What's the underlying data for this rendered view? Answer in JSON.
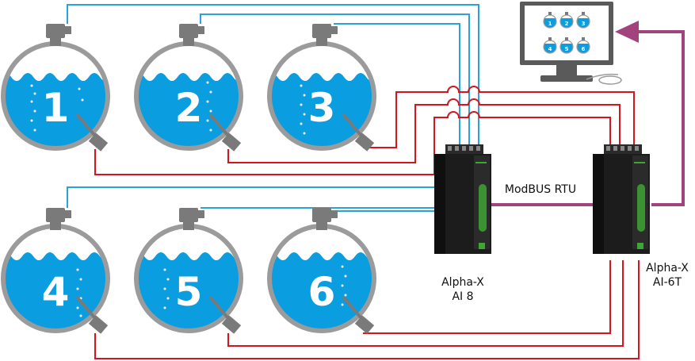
{
  "tanks": [
    {
      "label": "1"
    },
    {
      "label": "2"
    },
    {
      "label": "3"
    },
    {
      "label": "4"
    },
    {
      "label": "5"
    },
    {
      "label": "6"
    }
  ],
  "monitor": {
    "thumbnails": [
      "1",
      "2",
      "3",
      "4",
      "5",
      "6"
    ]
  },
  "modules": {
    "ai8": {
      "line1": "Alpha-X",
      "line2": "AI 8"
    },
    "ai6t": {
      "line1": "Alpha-X",
      "line2": "AI-6T"
    }
  },
  "bus": {
    "label": "ModBUS RTU"
  },
  "colors": {
    "water": "#0a9de0",
    "tank_shell": "#9b9b9b",
    "sensor": "#7a7a7a",
    "level_wire": "#2aa3dc",
    "temp_wire": "#d7141e",
    "bus_wire": "#a3437e",
    "module_body": "#1c1c1c",
    "module_accent": "#3fa535"
  },
  "icons": [
    "level-transmitter-icon",
    "temperature-probe-icon",
    "computer-monitor-icon",
    "mouse-icon",
    "din-rail-module-icon"
  ]
}
